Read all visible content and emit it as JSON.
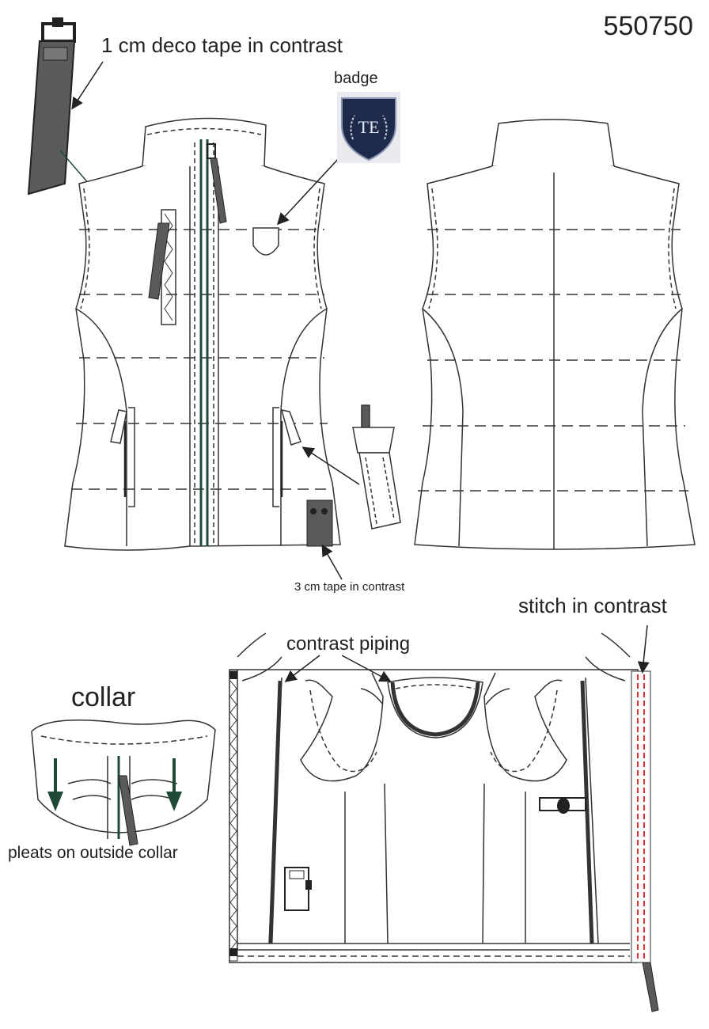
{
  "style_number": "550750",
  "labels": {
    "deco_tape": "1 cm deco tape in contrast",
    "badge": "badge",
    "tape_3cm": "3 cm tape in contrast",
    "stitch_contrast": "stitch in contrast",
    "contrast_piping": "contrast piping",
    "collar": "collar",
    "pleats": "pleats on outside collar"
  },
  "badge_monogram": "TE",
  "colors": {
    "line": "#333333",
    "dash": "#555555",
    "tape": "#5a5a5a",
    "zipper_green": "#1f4a36",
    "badge_navy": "#1e2a4a",
    "stitch_red": "#e03030"
  }
}
